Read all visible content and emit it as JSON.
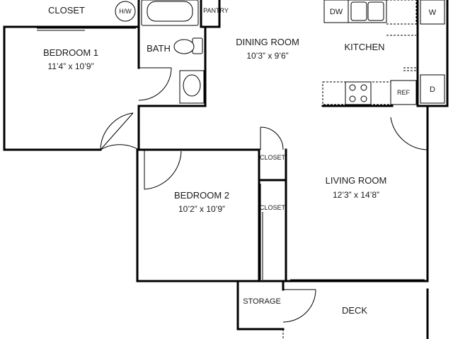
{
  "rooms": {
    "closet_top": "CLOSET",
    "hw": "H/W",
    "pantry": "PANTRY",
    "bedroom1": {
      "name": "BEDROOM 1",
      "dims": "11’4” x 10’9”"
    },
    "bath": "BATH",
    "dining": {
      "name": "DINING ROOM",
      "dims": "10’3” x 9’6”"
    },
    "kitchen": "KITCHEN",
    "bedroom2": {
      "name": "BEDROOM 2",
      "dims": "10’2” x 10’9”"
    },
    "closet_small_1": "CLOSET",
    "closet_small_2": "CLOSET",
    "living": {
      "name": "LIVING ROOM",
      "dims": "12’3” x 14’8”"
    },
    "storage": "STORAGE",
    "deck": "DECK"
  },
  "appliances": {
    "dishwasher": "DW",
    "washer": "W",
    "refrigerator": "REF",
    "dryer": "D"
  }
}
